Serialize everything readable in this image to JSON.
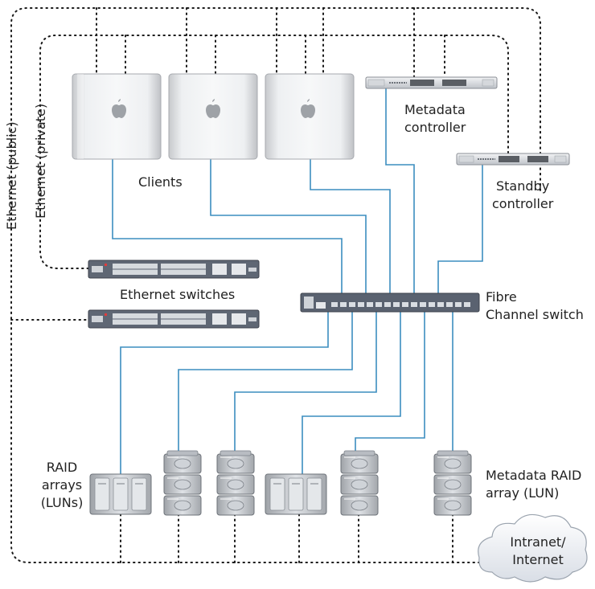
{
  "labels": {
    "clients": "Clients",
    "metadata_controller": [
      "Metadata",
      "controller"
    ],
    "standby_controller": [
      "Standby",
      "controller"
    ],
    "ethernet_switches": "Ethernet switches",
    "fibre_channel_switch": [
      "Fibre",
      "Channel switch"
    ],
    "raid_arrays": [
      "RAID",
      "arrays",
      "(LUNs)"
    ],
    "metadata_raid_array": [
      "Metadata RAID",
      "array (LUN)"
    ],
    "cloud": [
      "Intranet/",
      "Internet"
    ],
    "ethernet_public": "Ethernet (public)",
    "ethernet_private": "Ethernet (private)"
  },
  "colors": {
    "fibre_link": "#3c8dbf",
    "ethernet_link": "#1a1a1a",
    "device_silver": "#dcdcdc",
    "switch_body": "#5a6270",
    "port_green": "#4caf50",
    "cloud_fill": "#e9edf3"
  },
  "icons": [
    "apple-logo-icon",
    "rack-server-icon",
    "network-switch-icon",
    "fibre-switch-icon",
    "raid-disk-icon",
    "cloud-icon"
  ]
}
